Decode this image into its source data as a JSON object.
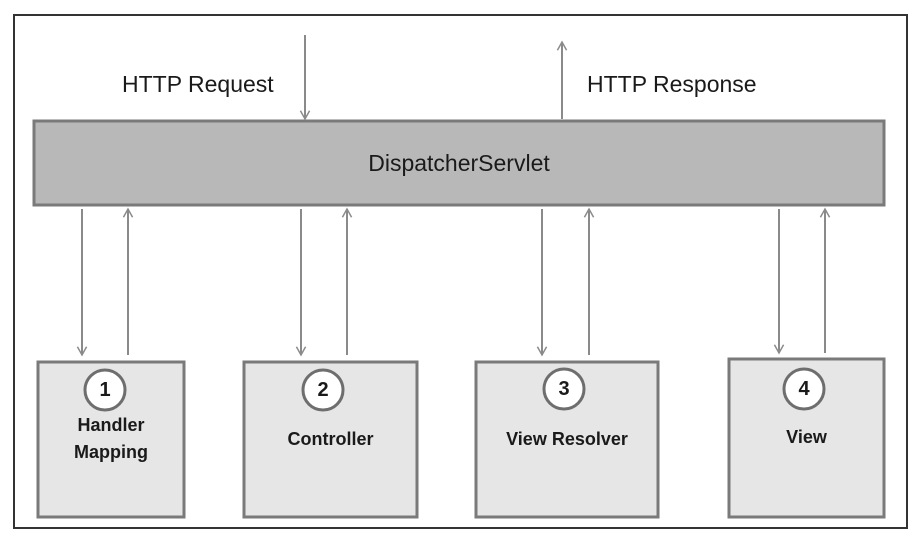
{
  "request_label": "HTTP Request",
  "response_label": "HTTP Response",
  "dispatcher": {
    "label": "DispatcherServlet"
  },
  "components": [
    {
      "number": "1",
      "label": "Handler Mapping"
    },
    {
      "number": "2",
      "label": "Controller"
    },
    {
      "number": "3",
      "label": "View Resolver"
    },
    {
      "number": "4",
      "label": "View"
    }
  ],
  "colors": {
    "dispatcher_fill": "#b8b8b8",
    "component_fill": "#e6e6e6",
    "border": "#7a7a7a",
    "arrow": "#8a8a8a",
    "frame": "#333333"
  }
}
